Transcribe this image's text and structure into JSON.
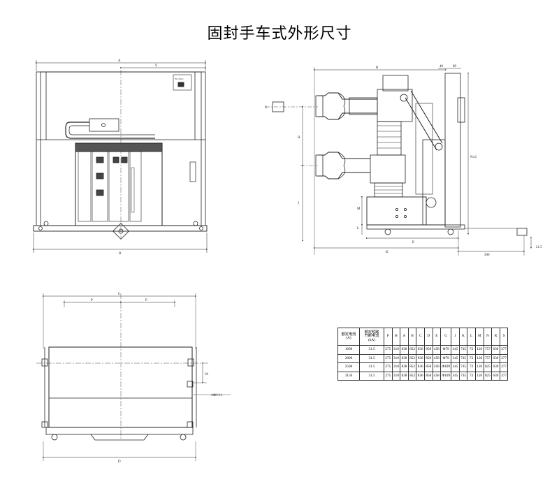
{
  "title": "固封手车式外形尺寸",
  "front_view": {
    "labels": {
      "A": "A",
      "S": "S",
      "B": "B"
    },
    "nameplate_lines": [
      "IN 1250-2",
      "·····",
      "·····"
    ]
  },
  "side_view": {
    "labels": {
      "R": "R",
      "d40": "40",
      "d89": "89",
      "H": "H",
      "N2": "N±2",
      "J": "J",
      "M": "M",
      "L": "L",
      "E": "E",
      "K": "K",
      "d300": "300",
      "d215": "21.5",
      "G": "G"
    }
  },
  "bottom_view": {
    "labels": {
      "C": "C",
      "P1": "P",
      "P2": "P",
      "D": "D",
      "d36": "36",
      "hole": "4Φ8×11"
    }
  },
  "table": {
    "header_col1": [
      "额定电流",
      "(A)"
    ],
    "header_col2": [
      "额定短路",
      "开断电流",
      "(kA)"
    ],
    "letters": [
      "P",
      "H",
      "A",
      "B",
      "C",
      "D",
      "E",
      "G",
      "J",
      "K",
      "L",
      "M",
      "N",
      "R",
      "S"
    ],
    "rows": [
      {
        "current": "1600",
        "breaking": "31.5",
        "values": [
          "275",
          "310",
          "838",
          "852",
          "836",
          "850",
          "458",
          "Φ79",
          "345",
          "735",
          "72",
          "126",
          "757",
          "639",
          "377"
        ]
      },
      {
        "current": "2000",
        "breaking": "31.5",
        "values": [
          "275",
          "310",
          "838",
          "852",
          "836",
          "850",
          "458",
          "Φ79",
          "345",
          "735",
          "72",
          "126",
          "757",
          "639",
          "377"
        ]
      },
      {
        "current": "2500",
        "breaking": "31.5",
        "values": [
          "275",
          "310",
          "838",
          "852",
          "836",
          "850",
          "458",
          "Φ109",
          "345",
          "735",
          "72",
          "126",
          "825",
          "639",
          "377"
        ]
      },
      {
        "current": "3150",
        "breaking": "31.5",
        "values": [
          "275",
          "310",
          "838",
          "852",
          "836",
          "850",
          "458",
          "Φ109",
          "345",
          "735",
          "72",
          "126",
          "825",
          "639",
          "377"
        ]
      }
    ]
  }
}
